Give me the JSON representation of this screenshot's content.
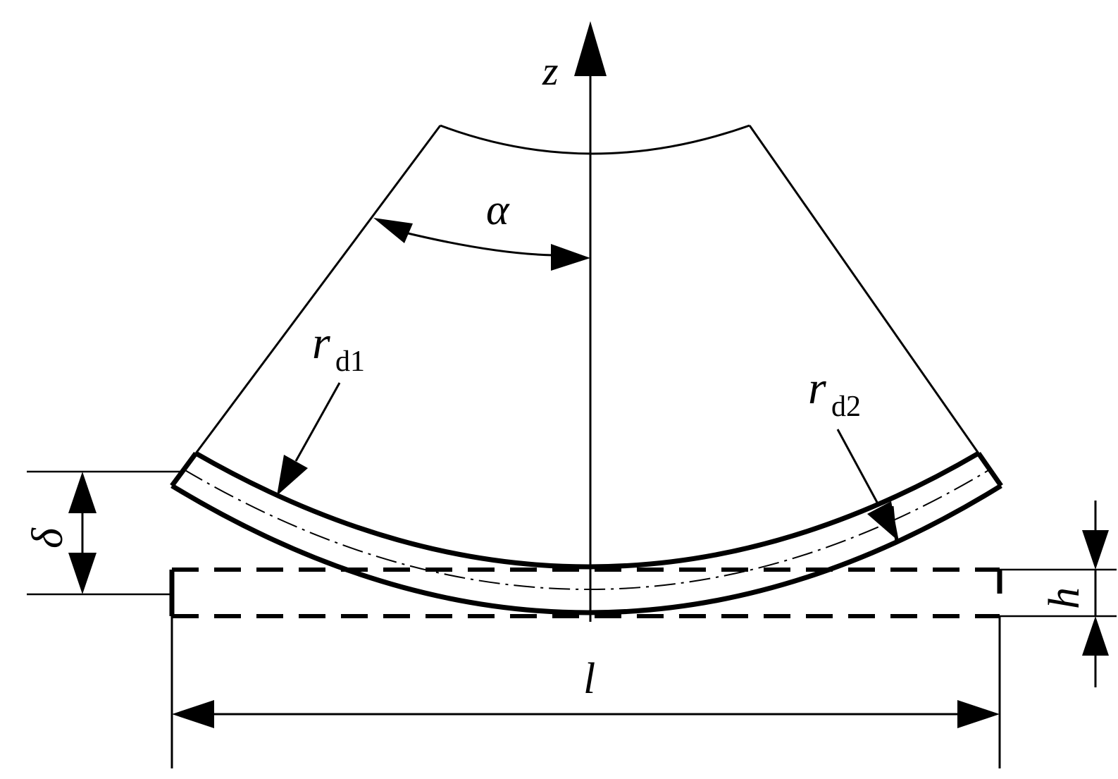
{
  "labels": {
    "z_axis": "z",
    "alpha": "α",
    "rd1_main": "r",
    "rd1_sub": "d1",
    "rd2_main": "r",
    "rd2_sub": "d2",
    "delta": "δ",
    "h": "h",
    "l": "l"
  }
}
